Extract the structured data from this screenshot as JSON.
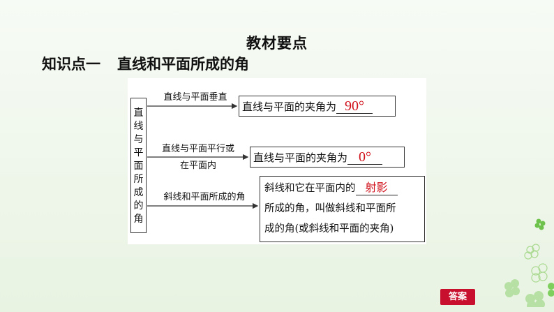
{
  "title": "教材要点",
  "section": {
    "number": "知识点一",
    "title": "直线和平面所成的角"
  },
  "diagram": {
    "root_chars": [
      "直",
      "线",
      "与",
      "平",
      "面",
      "所",
      "成",
      "的",
      "角"
    ],
    "branches": [
      {
        "condition": "直线与平面垂直",
        "result_prefix": "直线与平面的夹角为",
        "answer": "90°"
      },
      {
        "condition_line1": "直线与平面平行或",
        "condition_line2": "在平面内",
        "result_prefix": "直线与平面的夹角为",
        "answer": "0°"
      },
      {
        "condition": "斜线和平面所成的角",
        "result_line1_prefix": "斜线和它在平面内的",
        "answer": "射影",
        "result_line2": "所成的角，叫做斜线和平面所",
        "result_line3": "成的角(或斜线和平面的夹角)"
      }
    ]
  },
  "answer_button": "答案",
  "colors": {
    "answer_red": "#d0101a",
    "button_red": "#c8102e",
    "leaf_green": "#6cc24a"
  }
}
